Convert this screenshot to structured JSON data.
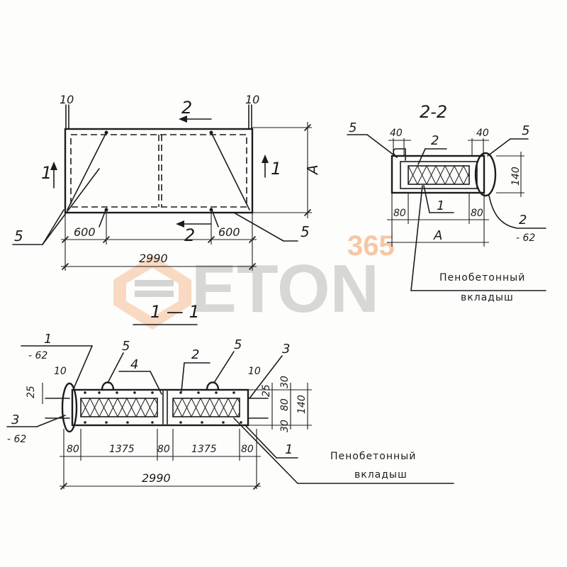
{
  "watermark": {
    "number": "365",
    "word": "ETON",
    "color_orange": "#f3b58c",
    "color_gray": "#b9b9b9"
  },
  "plan": {
    "dim_10_left": "10",
    "dim_10_right": "10",
    "section_2_top": "2",
    "section_2_bottom": "2",
    "section_1_left": "1",
    "section_1_right": "1",
    "dim_A": "A",
    "dim_600_left": "600",
    "dim_600_right": "600",
    "dim_2990": "2990",
    "item_5_left": "5",
    "item_5_right": "5"
  },
  "section_22": {
    "title": "2-2",
    "item_5_left": "5",
    "item_5_right": "5",
    "dim_40_left": "40",
    "dim_40_right": "40",
    "item_2_top": "2",
    "dim_140": "140",
    "item_1": "1",
    "dim_80_left": "80",
    "dim_80_right": "80",
    "item_2_right": "2",
    "dim_minus62": "- 62",
    "dim_A": "A",
    "label_line1": "Пенобетонный",
    "label_line2": "вкладыш"
  },
  "section_11": {
    "title": "1 — 1",
    "item_1": "1",
    "dim_minus62_top": "- 62",
    "dim_10_left": "10",
    "dim_25": "25",
    "item_3_left": "3",
    "dim_minus62_bottom": "- 62",
    "item_5_left": "5",
    "item_4": "4",
    "item_2": "2",
    "item_5_right": "5",
    "item_3_right": "3",
    "dim_10_right": "10",
    "dim_25_right": "25",
    "dim_30_top": "30",
    "dim_80": "80",
    "dim_30_bottom": "30",
    "dim_140": "140",
    "dim_80_a": "80",
    "dim_1375_a": "1375",
    "dim_80_b": "80",
    "dim_1375_b": "1375",
    "dim_80_c": "80",
    "item_1_bottom": "1",
    "dim_2990": "2990",
    "label_line1": "Пенобетонный",
    "label_line2": "вкладыш"
  }
}
